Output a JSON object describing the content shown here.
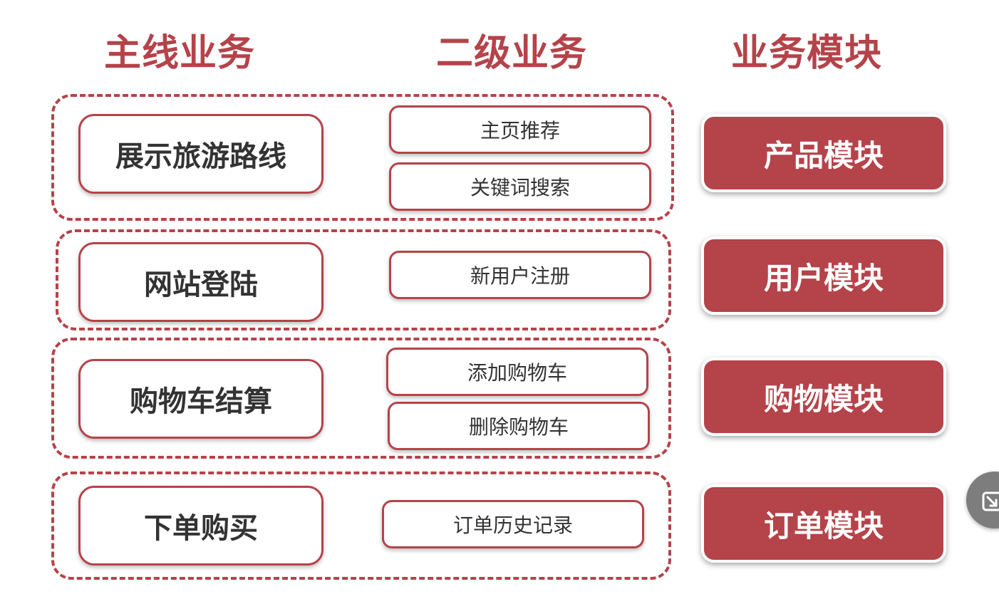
{
  "headers": {
    "main": "主线业务",
    "secondary": "二级业务",
    "modules": "业务模块"
  },
  "groups": [
    {
      "main": "展示旅游路线",
      "subs": [
        "主页推荐",
        "关键词搜索"
      ],
      "module": "产品模块"
    },
    {
      "main": "网站登陆",
      "subs": [
        "新用户注册"
      ],
      "module": "用户模块"
    },
    {
      "main": "购物车结算",
      "subs": [
        "添加购物车",
        "删除购物车"
      ],
      "module": "购物模块"
    },
    {
      "main": "下单购买",
      "subs": [
        "订单历史记录"
      ],
      "module": "订单模块"
    }
  ],
  "colors": {
    "accent": "#b5434a",
    "text": "#333333",
    "module_text": "#ffffff"
  },
  "icons": {
    "corner_widget": "collapse-arrow-icon"
  }
}
